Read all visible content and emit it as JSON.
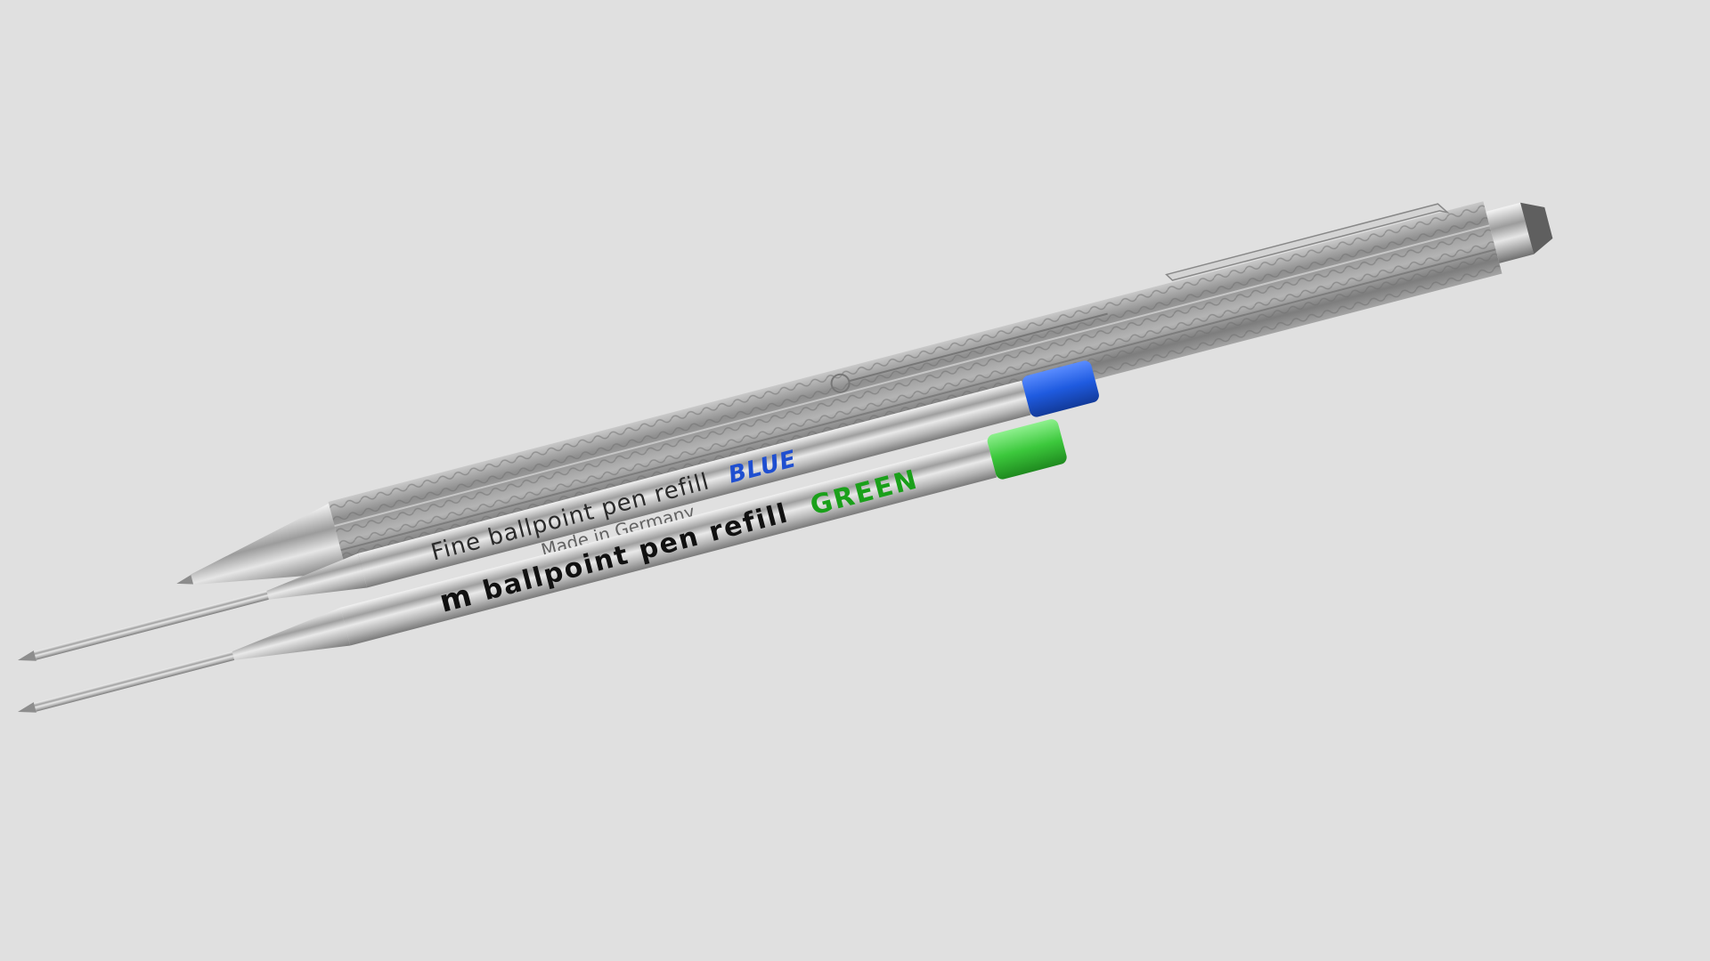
{
  "scene": {
    "background_color": "#e0e0e0"
  },
  "pen": {
    "name": "ballpoint-pen",
    "body_color": "#9a9a9a",
    "tip_color": "#b8b8b8"
  },
  "refill_blue": {
    "line1": "Fine ballpoint pen refill",
    "color_word": "BLUE",
    "line2": "Made in Germany",
    "cap_color": "#1f5be0",
    "text_color": "#1f4fd0"
  },
  "refill_green": {
    "logo": "m",
    "line1": "ballpoint pen refill",
    "color_word": "GREEN",
    "cap_color": "#3cc83c",
    "text_color": "#1aa01a"
  }
}
